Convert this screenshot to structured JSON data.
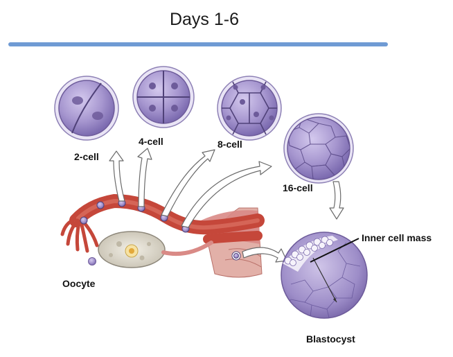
{
  "title": "Days 1-6",
  "colors": {
    "rule": "#6f9bd4",
    "cell_fill": "#a696cf",
    "cell_edge": "#7d6cae",
    "nucleus": "#6d5b9a",
    "tube": "#c5473a",
    "uterus": "#d98a86"
  },
  "labels": {
    "two_cell": "2-cell",
    "four_cell": "4-cell",
    "eight_cell": "8-cell",
    "sixteen_cell": "16-cell",
    "inner_cell_mass": "Inner cell mass",
    "oocyte": "Oocyte",
    "blastocyst": "Blastocyst"
  }
}
